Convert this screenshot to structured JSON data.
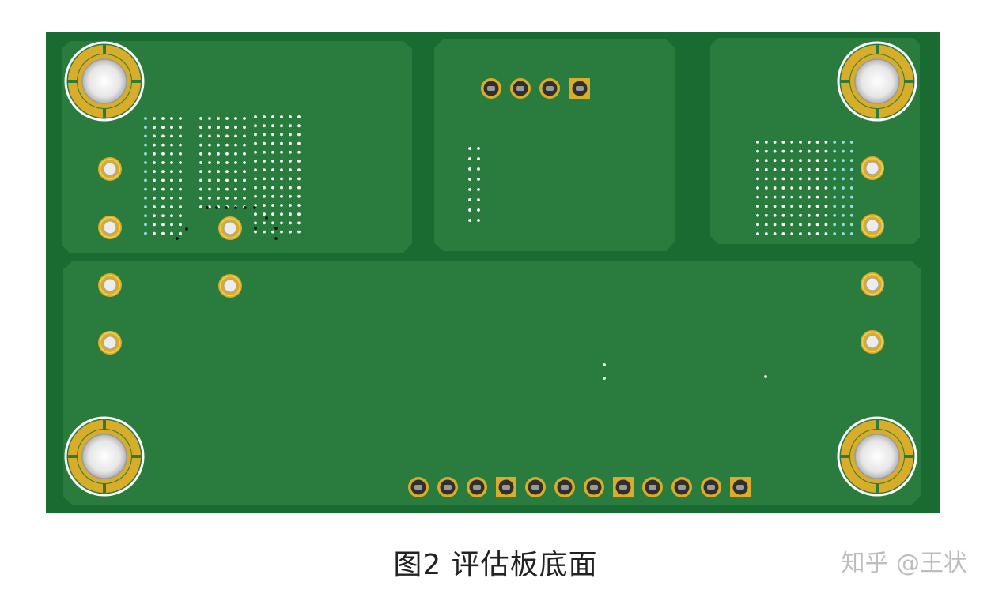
{
  "figure": {
    "caption": "图2 评估板底面",
    "watermark": "知乎 @王状"
  },
  "colors": {
    "board_outline": "#1a6b32",
    "board_fill": "#2a7a3c",
    "copper_ring": "#d9ad2a",
    "drill": "#e8e8e8",
    "via": "#ffffff"
  },
  "objects": [
    "pcb-board",
    "mounting-hole",
    "through-hole-pad",
    "square-pad",
    "via-array",
    "copper-pour-region"
  ]
}
